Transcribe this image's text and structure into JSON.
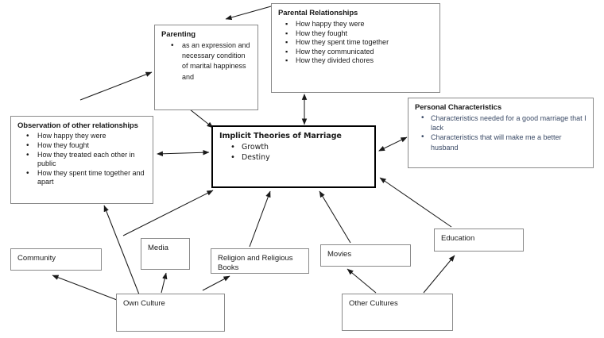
{
  "diagram": {
    "title": "Implicit Theories of Marriage concept map",
    "style": {
      "box_border": "#8a8a8a",
      "emphasis_border": "#000000",
      "text": "#1a1a1a",
      "accent_text": "#3a4a66",
      "background": "#ffffff",
      "arrow": "#1a1a1a"
    },
    "nodes": [
      {
        "id": "parental",
        "name": "parental-relationships",
        "title": "Parental Relationships",
        "bullet": "square",
        "items": [
          "How happy they were",
          "How they fought",
          "How they spent time together",
          "How they communicated",
          "How they divided chores"
        ]
      },
      {
        "id": "parenting",
        "name": "parenting",
        "title": "Parenting",
        "bullet": "disc",
        "items": [
          "as an expression and necessary condition of marital happiness and"
        ]
      },
      {
        "id": "observation",
        "name": "observation-of-other-relationships",
        "title": "Observation of other relationships",
        "bullet": "disc",
        "items": [
          "How happy they were",
          "How they fought",
          "How they treated each other in public",
          "How they spent time together and apart"
        ]
      },
      {
        "id": "implicit",
        "name": "implicit-theories-of-marriage",
        "title": "Implicit Theories of Marriage",
        "bullet": "disc",
        "items": [
          "Growth",
          "Destiny"
        ],
        "emphasis": true
      },
      {
        "id": "personal",
        "name": "personal-characteristics",
        "title": "Personal Characteristics",
        "bullet": "disc",
        "items": [
          "Characteristics needed for a good marriage that I lack",
          "Characteristics that will make me a better husband"
        ]
      },
      {
        "id": "community",
        "name": "community",
        "label": "Community"
      },
      {
        "id": "media",
        "name": "media",
        "label": "Media"
      },
      {
        "id": "religion",
        "name": "religion-and-religious-books",
        "label": "Religion and Religious Books"
      },
      {
        "id": "movies",
        "name": "movies",
        "label": "Movies"
      },
      {
        "id": "education",
        "name": "education",
        "label": "Education"
      },
      {
        "id": "ownculture",
        "name": "own-culture",
        "label": "Own Culture"
      },
      {
        "id": "othercultures",
        "name": "other-cultures",
        "label": "Other Cultures"
      }
    ],
    "edges": [
      {
        "from": "parental",
        "to": "parenting",
        "arrow": "single"
      },
      {
        "from": "observation",
        "to": "parenting",
        "arrow": "single"
      },
      {
        "from": "parenting",
        "to": "implicit",
        "arrow": "single"
      },
      {
        "from": "parental",
        "to": "implicit",
        "arrow": "double"
      },
      {
        "from": "observation",
        "to": "implicit",
        "arrow": "double"
      },
      {
        "from": "implicit",
        "to": "personal",
        "arrow": "double"
      },
      {
        "from": "education",
        "to": "implicit",
        "arrow": "single"
      },
      {
        "from": "movies",
        "to": "implicit",
        "arrow": "single"
      },
      {
        "from": "religion",
        "to": "implicit",
        "arrow": "single"
      },
      {
        "from": "media",
        "to": "implicit",
        "arrow": "single"
      },
      {
        "from": "ownculture",
        "to": "community",
        "arrow": "single"
      },
      {
        "from": "ownculture",
        "to": "media",
        "arrow": "single"
      },
      {
        "from": "ownculture",
        "to": "religion",
        "arrow": "single"
      },
      {
        "from": "ownculture",
        "to": "observation",
        "arrow": "single"
      },
      {
        "from": "othercultures",
        "to": "movies",
        "arrow": "single"
      },
      {
        "from": "othercultures",
        "to": "education",
        "arrow": "single"
      }
    ]
  }
}
